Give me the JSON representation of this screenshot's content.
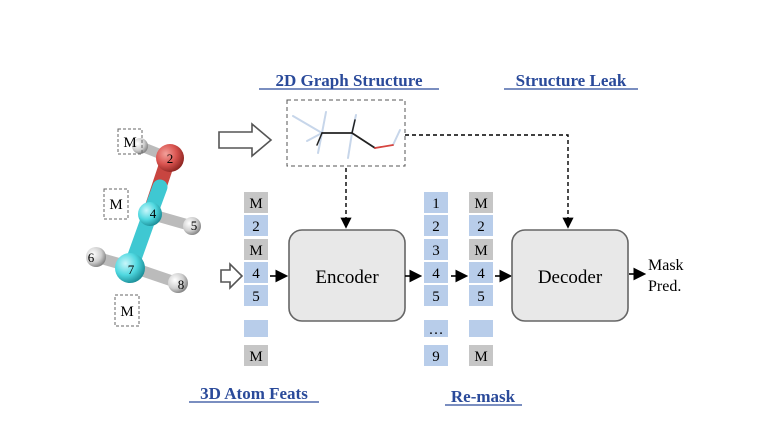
{
  "headings": {
    "graph_structure": "2D Graph Structure",
    "structure_leak": "Structure Leak",
    "atom_feats": "3D Atom Feats",
    "remask": "Re-mask"
  },
  "molecule": {
    "mask_labels": [
      "M",
      "M",
      "M"
    ],
    "atoms": [
      "2",
      "4",
      "5",
      "6",
      "7",
      "8"
    ]
  },
  "input_column": [
    "M",
    "2",
    "M",
    "4",
    "5",
    "",
    "M"
  ],
  "encoder_output_column": [
    "1",
    "2",
    "3",
    "4",
    "5",
    "…",
    "9"
  ],
  "remask_column": [
    "M",
    "2",
    "M",
    "4",
    "5",
    "",
    "M"
  ],
  "encoder_label": "Encoder",
  "decoder_label": "Decoder",
  "output_label": [
    "Mask",
    "Pred."
  ],
  "colors": {
    "heading": "#2a4a9a",
    "blue_cell": "#b8cdea",
    "gray_cell": "#c6c6c6",
    "box_fill": "#e8e8e8",
    "atom_carbon": "#4fd8e0",
    "atom_oxygen": "#d9534f",
    "atom_hydrogen": "#d0d0d0"
  }
}
